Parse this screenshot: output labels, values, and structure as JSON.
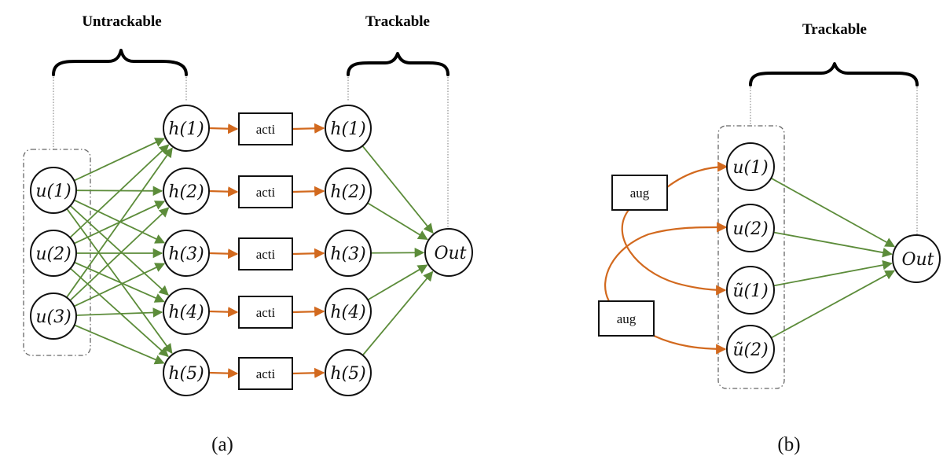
{
  "panel_a": {
    "title_left": "Untrackable",
    "title_right": "Trackable",
    "caption": "(a)",
    "inputs": [
      "u(1)",
      "u(2)",
      "u(3)"
    ],
    "hidden": [
      "h(1)",
      "h(2)",
      "h(3)",
      "h(4)",
      "h(5)"
    ],
    "activation_label": "acti",
    "hidden_out": [
      "h(1)",
      "h(2)",
      "h(3)",
      "h(4)",
      "h(5)"
    ],
    "output": "Out"
  },
  "panel_b": {
    "title": "Trackable",
    "caption": "(b)",
    "aug_label": "aug",
    "inputs": [
      "u(1)",
      "u(2)",
      "ũ(1)",
      "ũ(2)"
    ],
    "output": "Out"
  },
  "colors": {
    "green_edge": "#5c8c3a",
    "orange_edge": "#d2691e"
  }
}
